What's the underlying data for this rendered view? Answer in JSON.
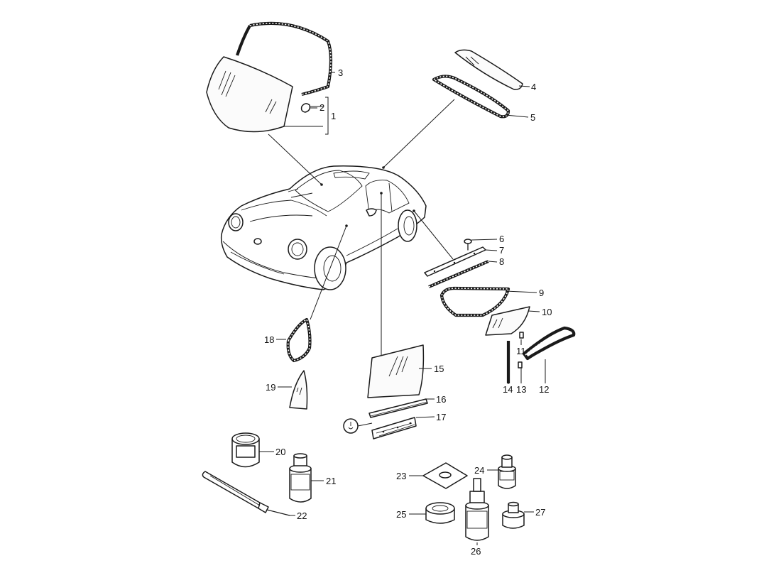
{
  "callouts": {
    "c1": "1",
    "c2": "2",
    "c3": "3",
    "c4": "4",
    "c5": "5",
    "c6": "6",
    "c7": "7",
    "c8": "8",
    "c9": "9",
    "c10": "10",
    "c11": "11",
    "c12": "12",
    "c13": "13",
    "c14": "14",
    "c15": "15",
    "c16": "16",
    "c17": "17",
    "c18": "18",
    "c19": "19",
    "c20": "20",
    "c21": "21",
    "c22": "22",
    "c23": "23",
    "c24": "24",
    "c25": "25",
    "c26": "26",
    "c27": "27"
  },
  "colors": {
    "line": "#1a1a1a",
    "background": "#ffffff"
  }
}
